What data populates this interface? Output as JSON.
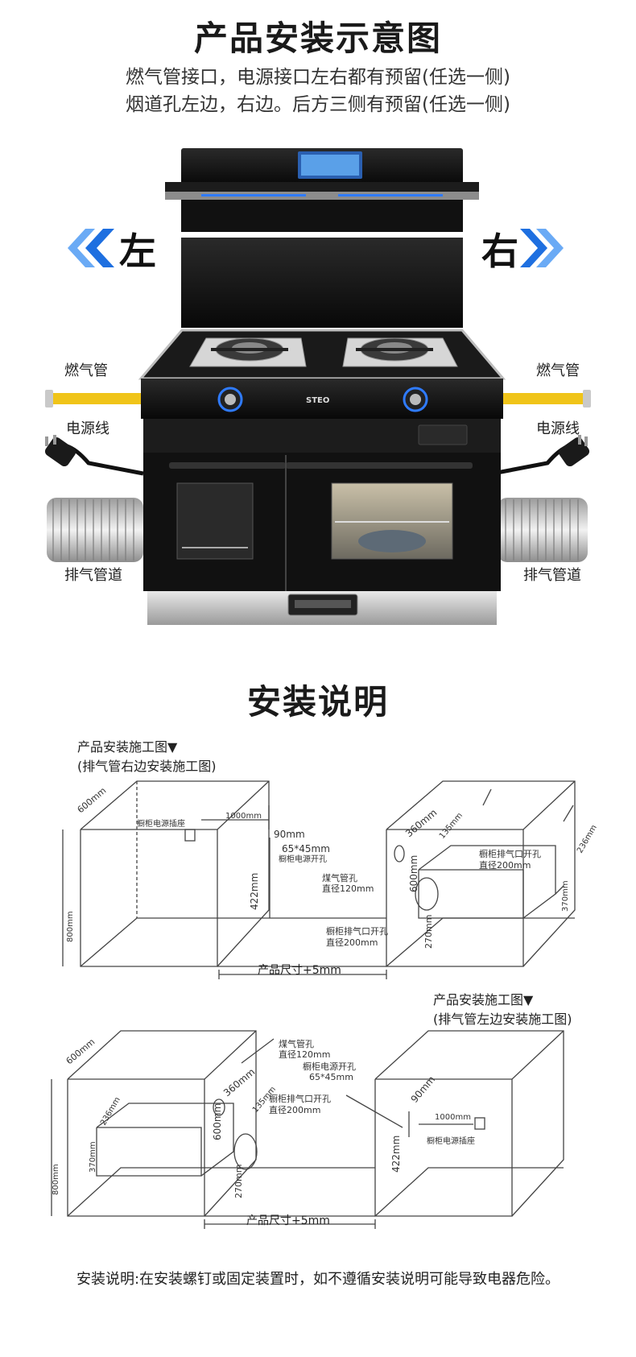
{
  "header": {
    "title": "产品安装示意图",
    "line1": "燃气管接口，电源接口左右都有预留(任选一侧)",
    "line2": "烟道孔左边，右边。后方三侧有预留(任选一侧)"
  },
  "product": {
    "left_label": "左",
    "right_label": "右",
    "brand": "STEO",
    "left_gas": "燃气管",
    "right_gas": "燃气管",
    "left_power": "电源线",
    "right_power": "电源线",
    "left_exhaust": "排气管道",
    "right_exhaust": "排气管道"
  },
  "install": {
    "title": "安装说明",
    "diagram1_title": "产品安装施工图▼",
    "diagram1_sub": "(排气管右边安装施工图)",
    "diagram2_title": "产品安装施工图▼",
    "diagram2_sub": "(排气管左边安装施工图)",
    "note": "安装说明:在安装螺钉或固定装置时，如不遵循安装说明可能导致电器危险。"
  },
  "dims": {
    "d600": "600mm",
    "d800": "800mm",
    "d1000": "1000mm",
    "d90": "90mm",
    "d65": "65*45mm",
    "d422": "422mm",
    "d360": "360mm",
    "d135": "135mm",
    "d236": "236mm",
    "d370": "370mm",
    "d270": "270mm",
    "d600b": "600mm",
    "socket": "橱柜电源插座",
    "power_hole": "橱柜电源开孔",
    "power_hole_b": "橱柜电源开孔",
    "power_hole_size": "65*45mm",
    "gas_hole": "煤气管孔",
    "gas_dia": "直径120mm",
    "exhaust_hole": "橱柜排气口开孔",
    "exhaust_dia": "直径200mm",
    "size": "产品尺寸+5mm"
  },
  "colors": {
    "arrow_blue": "#1e6fe0",
    "stove_black": "#121212",
    "gas_pipe": "#f0c419",
    "blue_light": "#2f7bff"
  }
}
